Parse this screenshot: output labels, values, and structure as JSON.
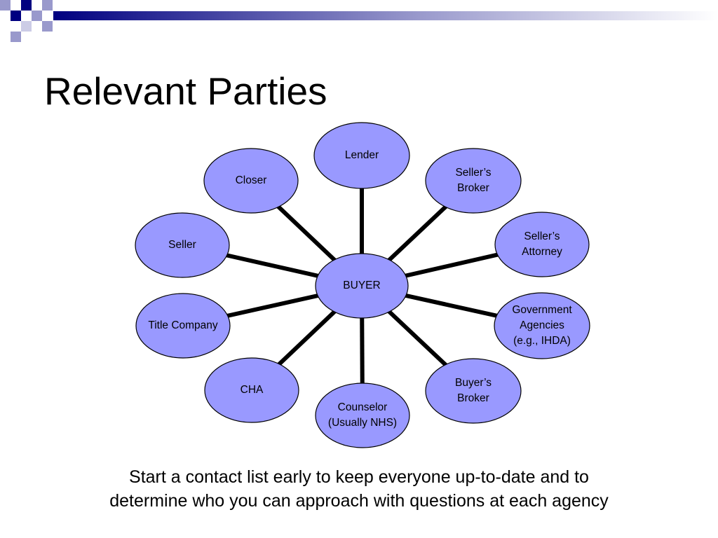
{
  "slide": {
    "title": "Relevant Parties",
    "caption_line1": "Start a contact list early to keep everyone up-to-date and to",
    "caption_line2": "determine who you can approach with questions at each agency"
  },
  "diagram": {
    "center": {
      "id": "buyer",
      "label": "BUYER"
    },
    "nodes": [
      {
        "id": "lender",
        "label": "Lender"
      },
      {
        "id": "sellers-broker",
        "label": "Seller’s\nBroker"
      },
      {
        "id": "sellers-attorney",
        "label": "Seller’s\nAttorney"
      },
      {
        "id": "government-agencies",
        "label": "Government\nAgencies\n(e.g., IHDA)"
      },
      {
        "id": "buyers-broker",
        "label": "Buyer’s\nBroker"
      },
      {
        "id": "counselor",
        "label": "Counselor\n(Usually NHS)"
      },
      {
        "id": "cha",
        "label": "CHA"
      },
      {
        "id": "title-company",
        "label": "Title Company"
      },
      {
        "id": "seller",
        "label": "Seller"
      },
      {
        "id": "closer",
        "label": "Closer"
      }
    ],
    "colors": {
      "node_fill": "#9999FF",
      "node_stroke": "#000000",
      "connector": "#000000",
      "deco_dark": "#000080",
      "deco_light": "#9999CC"
    }
  }
}
